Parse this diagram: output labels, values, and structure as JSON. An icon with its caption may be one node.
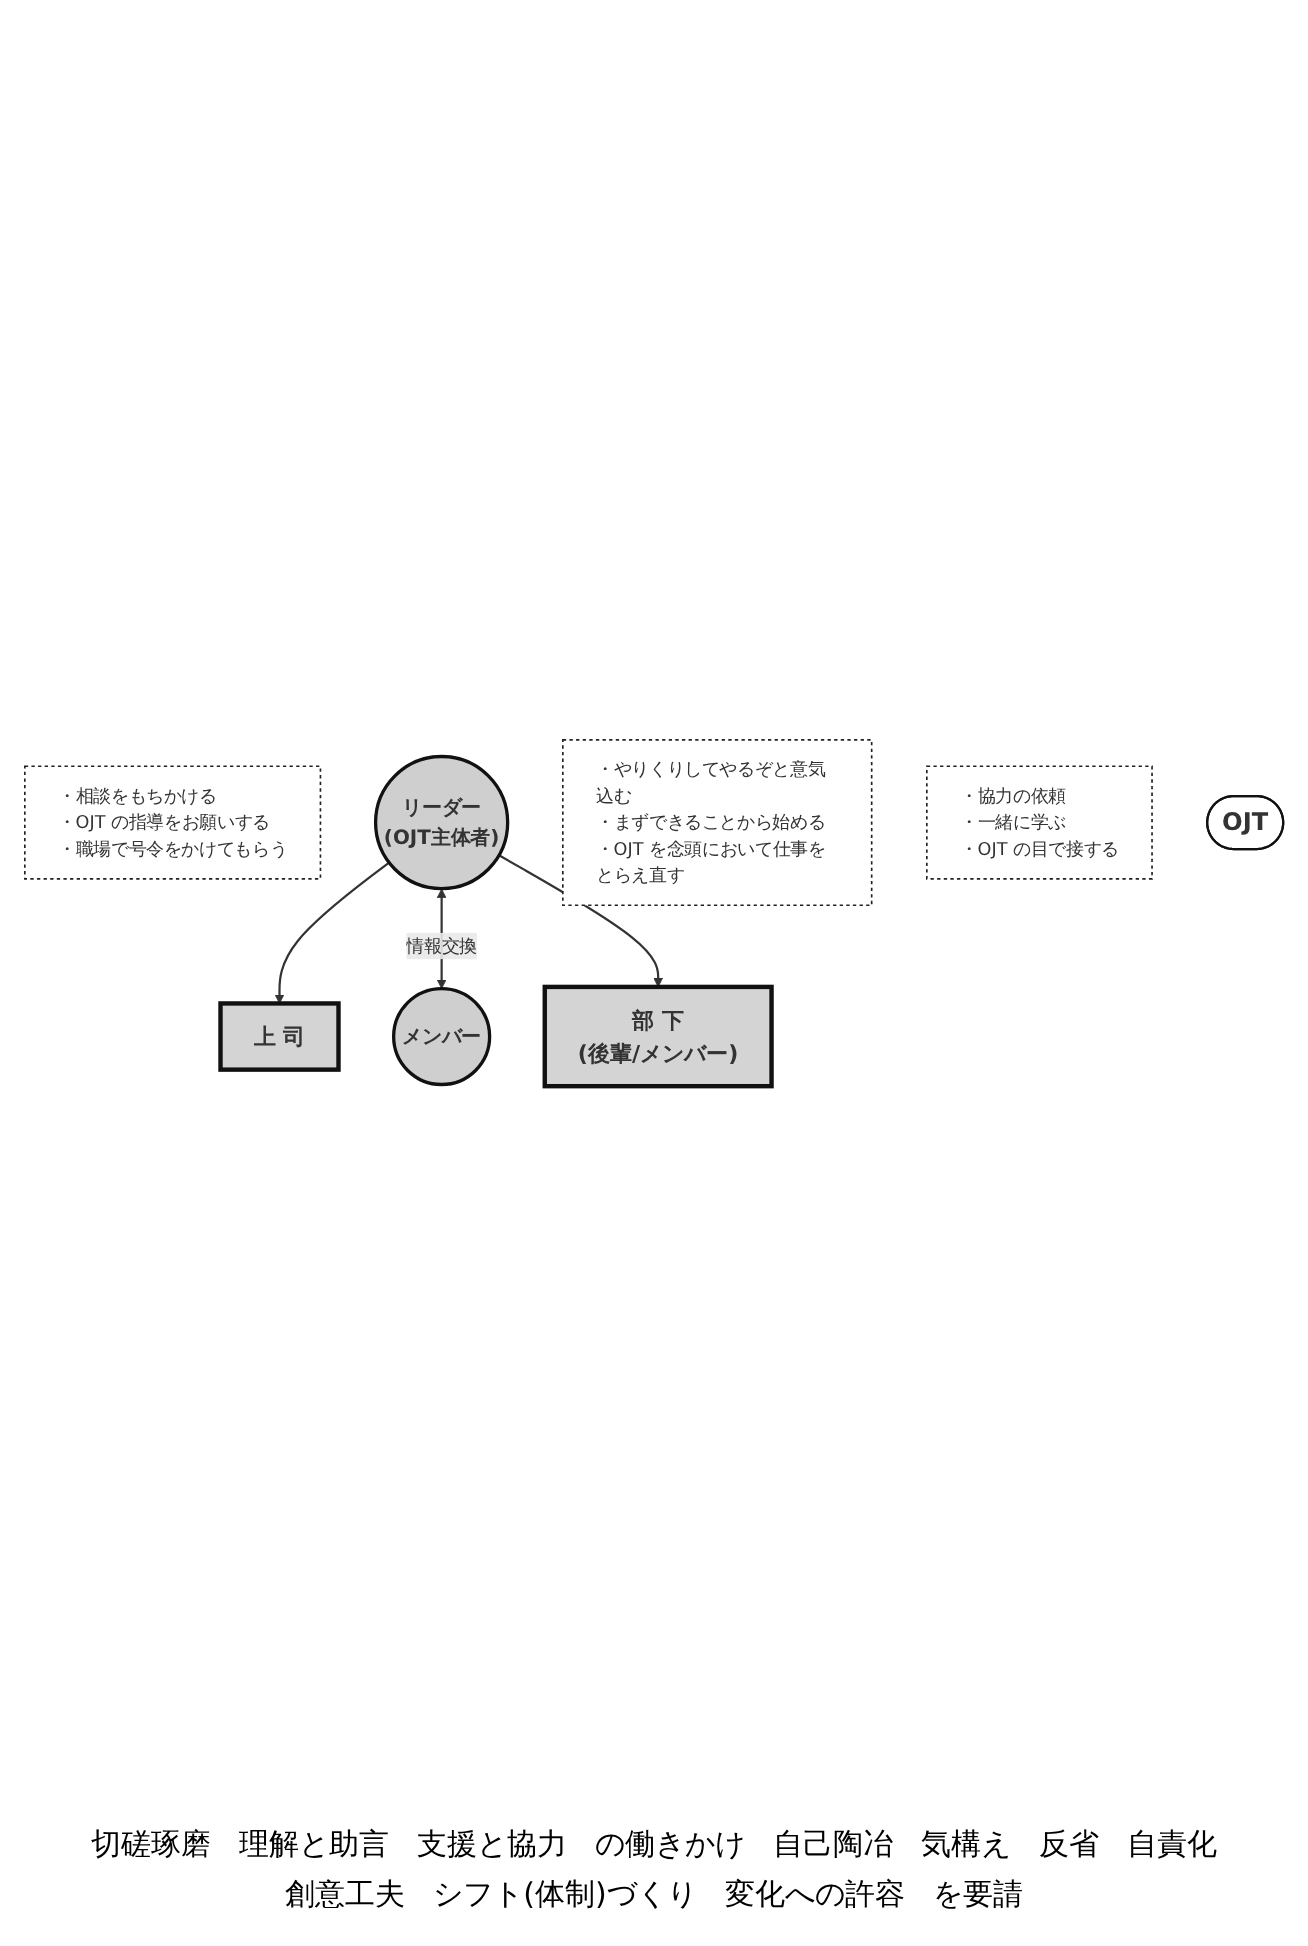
{
  "diagram": {
    "nodes": [
      {
        "text": [
          "上 司"
        ]
      },
      {
        "text": [
          "・相談をもちかける",
          "・OJT の指導をお願いする",
          "・職場で号令をかけてもらう"
        ]
      },
      {
        "text": [
          "リーダー",
          "(OJT主体者)"
        ]
      },
      {
        "text": [
          "メンバー"
        ]
      },
      {
        "text": [
          "・やりくりしてやるぞと意気込む",
          "・まずできることから始める",
          "・OJT を念頭において仕事をとらえ直す"
        ]
      },
      {
        "text": [
          "・協力の依頼",
          "・一緒に学ぶ",
          "・OJT の目で接する"
        ]
      },
      {
        "text": [
          "部 下",
          "(後輩/メンバー)"
        ]
      },
      {
        "text": [
          "OJT"
        ]
      }
    ],
    "edges": [
      {
        "from": 2,
        "to": 0,
        "arrow": "to"
      },
      {
        "from": 2,
        "to": 3,
        "arrow": "both",
        "label": "情報交換"
      },
      {
        "from": 2,
        "to": 6,
        "arrow": "to"
      }
    ],
    "labels": [
      "切磋琢磨",
      "理解と助言",
      "支援と協力",
      "の働きかけ",
      "自己陶冶",
      "気構え",
      "反省",
      "自責化",
      "創意工夫",
      "シフト(体制)づくり",
      "変化への許容",
      "を要請"
    ]
  }
}
